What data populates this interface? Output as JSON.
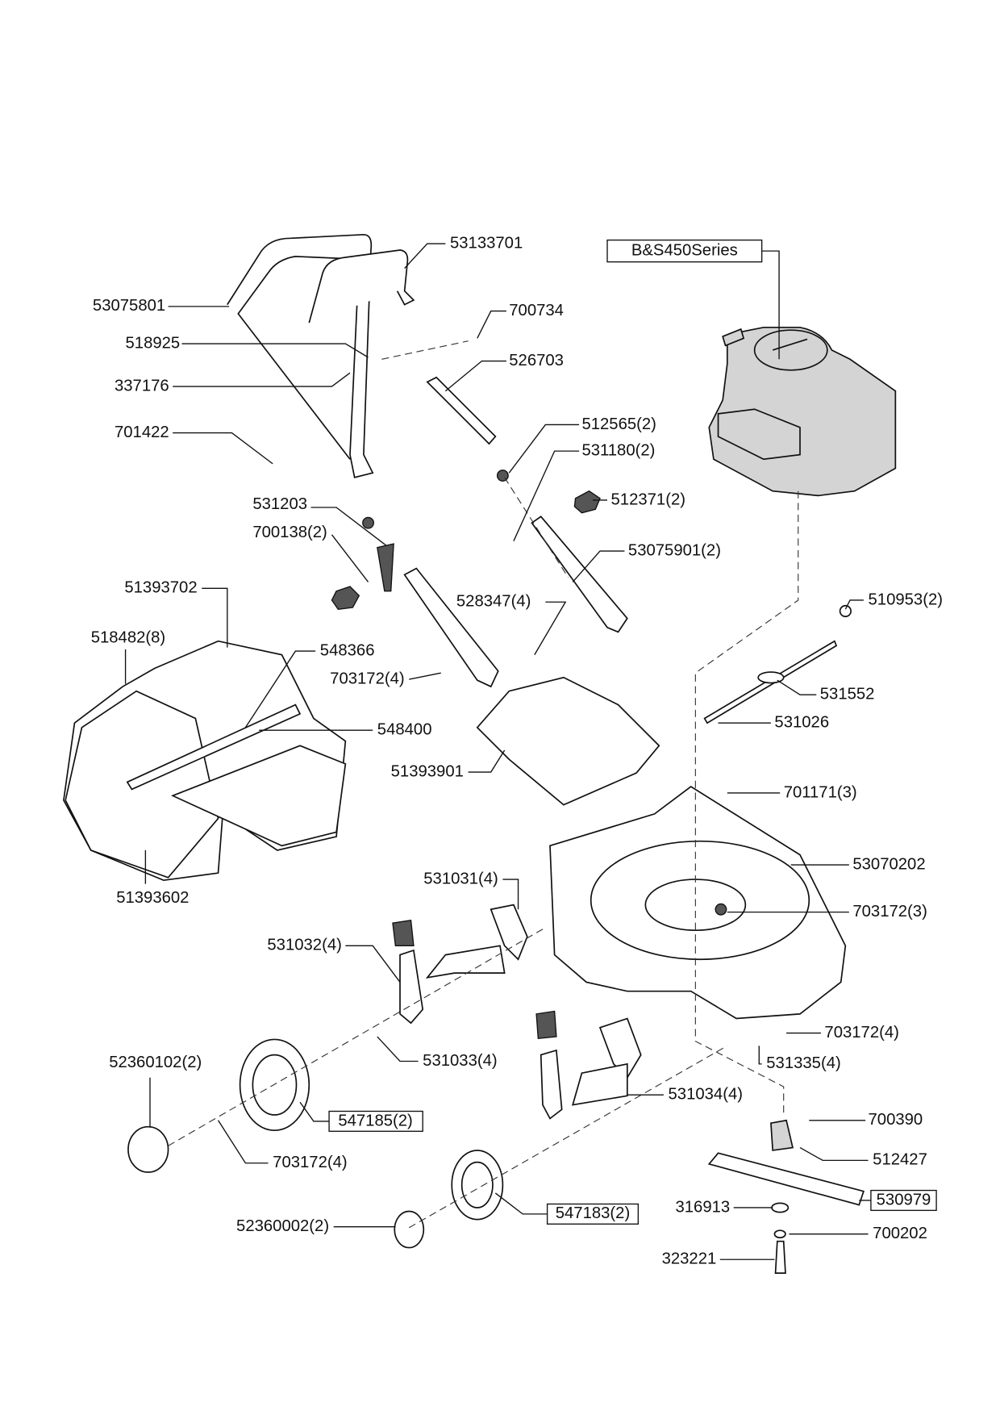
{
  "engine_label": "B&S450Series",
  "labels": {
    "l53133701": "53133701",
    "l53075801": "53075801",
    "l700734": "700734",
    "l518925": "518925",
    "l526703": "526703",
    "l337176": "337176",
    "l701422": "701422",
    "l512565": "512565(2)",
    "l531180": "531180(2)",
    "l531203": "531203",
    "l512371": "512371(2)",
    "l700138": "700138(2)",
    "l53075901": "53075901(2)",
    "l51393702": "51393702",
    "l528347": "528347(4)",
    "l510953": "510953(2)",
    "l518482": "518482(8)",
    "l548366": "548366",
    "l703172a": "703172(4)",
    "l531552": "531552",
    "l548400": "548400",
    "l531026": "531026",
    "l51393901": "51393901",
    "l701171": "701171(3)",
    "l53070202": "53070202",
    "l531031": "531031(4)",
    "l51393602": "51393602",
    "l703172b": "703172(3)",
    "l531032": "531032(4)",
    "l703172c": "703172(4)",
    "l52360102": "52360102(2)",
    "l531033": "531033(4)",
    "l531335": "531335(4)",
    "l531034": "531034(4)",
    "l547185": "547185(2)",
    "l700390": "700390",
    "l703172d": "703172(4)",
    "l512427": "512427",
    "l530979": "530979",
    "l547183": "547183(2)",
    "l316913": "316913",
    "l52360002": "52360002(2)",
    "l700202": "700202",
    "l323221": "323221"
  }
}
